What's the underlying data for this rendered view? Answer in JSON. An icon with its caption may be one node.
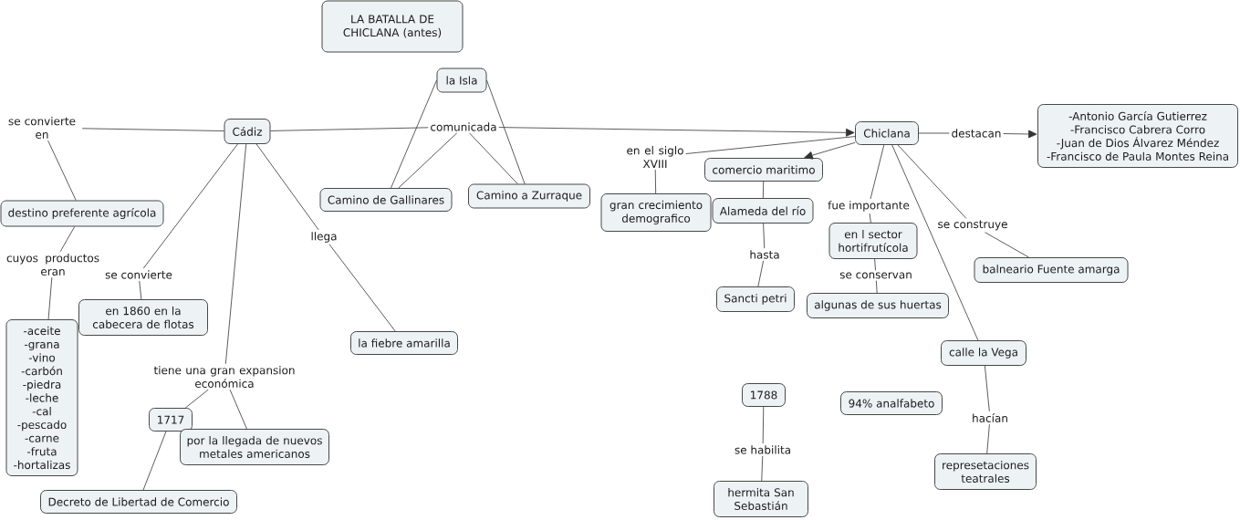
{
  "diagram": {
    "nodes": [
      {
        "text": [
          "LA BATALLA DE CHICLANA (antes)"
        ]
      },
      {
        "text": [
          "la Isla"
        ]
      },
      {
        "text": [
          "se convierte en"
        ]
      },
      {
        "text": [
          "Cádiz"
        ]
      },
      {
        "text": [
          "comunicada"
        ]
      },
      {
        "text": [
          "Chiclana"
        ]
      },
      {
        "text": [
          "destacan"
        ]
      },
      {
        "text": [
          "-Antonio García Gutierrez",
          "-Francisco Cabrera Corro",
          "-Juan de Dios Álvarez Méndez",
          "-Francisco de Paula Montes Reina"
        ]
      },
      {
        "text": [
          "en el siglo XVIII"
        ]
      },
      {
        "text": [
          "comercio maritimo"
        ]
      },
      {
        "text": [
          "Camino de Gallinares"
        ]
      },
      {
        "text": [
          "Camino a Zurraque"
        ]
      },
      {
        "text": [
          "destino preferente agrícola"
        ]
      },
      {
        "text": [
          "gran crecimiento demografico"
        ]
      },
      {
        "text": [
          "Alameda del río"
        ]
      },
      {
        "text": [
          "fue importante"
        ]
      },
      {
        "text": [
          "se construye"
        ]
      },
      {
        "text": [
          "en l sector hortifrutícola"
        ]
      },
      {
        "text": [
          "llega"
        ]
      },
      {
        "text": [
          "hasta"
        ]
      },
      {
        "text": [
          "cuyos productos eran"
        ]
      },
      {
        "text": [
          "balneario Fuente amarga"
        ]
      },
      {
        "text": [
          "se convierte"
        ]
      },
      {
        "text": [
          "se conservan"
        ]
      },
      {
        "text": [
          "Sancti petri"
        ]
      },
      {
        "text": [
          "en 1860 en la cabecera de flotas"
        ]
      },
      {
        "text": [
          "algunas de sus huertas"
        ]
      },
      {
        "text": [
          "-aceite",
          "-grana",
          "-vino",
          "-carbón",
          "-piedra",
          "-leche",
          "-cal",
          "-pescado",
          "-carne",
          "-fruta",
          "-hortalizas"
        ]
      },
      {
        "text": [
          "la fiebre amarilla"
        ]
      },
      {
        "text": [
          "calle la Vega"
        ]
      },
      {
        "text": [
          "tiene una gran expansion económica"
        ]
      },
      {
        "text": [
          "1788"
        ]
      },
      {
        "text": [
          "94% analfabeto"
        ]
      },
      {
        "text": [
          "1717"
        ]
      },
      {
        "text": [
          "hacían"
        ]
      },
      {
        "text": [
          "por la llegada de nuevos metales americanos"
        ]
      },
      {
        "text": [
          "se habilita"
        ]
      },
      {
        "text": [
          "represetaciones teatrales"
        ]
      },
      {
        "text": [
          "Decreto de Libertad de Comercio"
        ]
      },
      {
        "text": [
          "hermita San Sebastián"
        ]
      }
    ],
    "edges": [
      {
        "from": 3,
        "to": 2,
        "arrow": "none"
      },
      {
        "from": 2,
        "to": 12,
        "arrow": "none"
      },
      {
        "from": 12,
        "to": 20,
        "arrow": "none"
      },
      {
        "from": 20,
        "to": 27,
        "arrow": "none"
      },
      {
        "from": 3,
        "to": 22,
        "arrow": "none"
      },
      {
        "from": 22,
        "to": 25,
        "arrow": "none"
      },
      {
        "from": 3,
        "to": 30,
        "arrow": "none"
      },
      {
        "from": 30,
        "to": 33,
        "arrow": "none"
      },
      {
        "from": 30,
        "to": 35,
        "arrow": "none"
      },
      {
        "from": 33,
        "to": 38,
        "arrow": "none"
      },
      {
        "from": 3,
        "to": 18,
        "arrow": "none"
      },
      {
        "from": 18,
        "to": 28,
        "arrow": "none"
      },
      {
        "from": 3,
        "to": 4,
        "arrow": "none"
      },
      {
        "from": 4,
        "to": 5,
        "arrow": "to"
      },
      {
        "from": 1,
        "to": 10,
        "arrow": "none"
      },
      {
        "from": 1,
        "to": 11,
        "arrow": "none"
      },
      {
        "from": 4,
        "to": 10,
        "arrow": "none"
      },
      {
        "from": 4,
        "to": 11,
        "arrow": "none"
      },
      {
        "from": 5,
        "to": 8,
        "arrow": "none"
      },
      {
        "from": 8,
        "to": 13,
        "arrow": "none"
      },
      {
        "from": 5,
        "to": 9,
        "arrow": "to"
      },
      {
        "from": 9,
        "to": 14,
        "arrow": "none"
      },
      {
        "from": 14,
        "to": 19,
        "arrow": "none"
      },
      {
        "from": 19,
        "to": 24,
        "arrow": "none"
      },
      {
        "from": 5,
        "to": 15,
        "arrow": "none"
      },
      {
        "from": 15,
        "to": 17,
        "arrow": "none"
      },
      {
        "from": 17,
        "to": 23,
        "arrow": "none"
      },
      {
        "from": 23,
        "to": 26,
        "arrow": "none"
      },
      {
        "from": 5,
        "to": 29,
        "arrow": "none"
      },
      {
        "from": 5,
        "to": 16,
        "arrow": "none"
      },
      {
        "from": 16,
        "to": 21,
        "arrow": "none"
      },
      {
        "from": 5,
        "to": 6,
        "arrow": "none"
      },
      {
        "from": 6,
        "to": 7,
        "arrow": "to"
      },
      {
        "from": 29,
        "to": 34,
        "arrow": "none"
      },
      {
        "from": 34,
        "to": 37,
        "arrow": "none"
      },
      {
        "from": 31,
        "to": 36,
        "arrow": "none"
      },
      {
        "from": 36,
        "to": 39,
        "arrow": "none"
      }
    ]
  }
}
